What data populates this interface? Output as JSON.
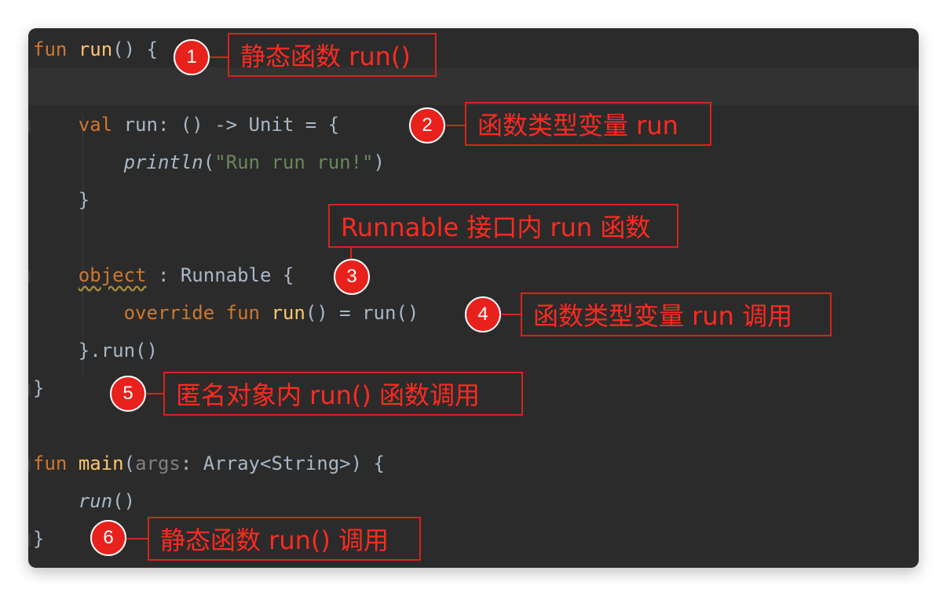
{
  "code": {
    "l1_kw": "fun",
    "l1_name": "run",
    "l1_rest": "() {",
    "l3_kw": "val",
    "l3_rest": " run: () -> Unit = {",
    "l4_fn": "println",
    "l4_open": "(",
    "l4_str": "\"Run run run!\"",
    "l4_close": ")",
    "l5": "}",
    "l7_kw": "object",
    "l7_rest": " : Runnable {",
    "l8_kw1": "override",
    "l8_kw2": "fun",
    "l8_name": "run",
    "l8_rest": "() = run()",
    "l9": "}.run()",
    "l10": "}",
    "l12_kw": "fun",
    "l12_name": "main",
    "l12_paren": "(",
    "l12_param": "args",
    "l12_rest": ": Array<String>) {",
    "l13_call": "run",
    "l13_rest": "()",
    "l14": "}"
  },
  "annotations": [
    {
      "num": "1",
      "text": "静态函数 run()"
    },
    {
      "num": "2",
      "text": "函数类型变量 run"
    },
    {
      "num": "3",
      "text": "Runnable 接口内 run 函数"
    },
    {
      "num": "4",
      "text": "函数类型变量 run 调用"
    },
    {
      "num": "5",
      "text": "匿名对象内 run() 函数调用"
    },
    {
      "num": "6",
      "text": "静态函数 run() 调用"
    }
  ],
  "colors": {
    "editor_bg": "#2b2b2b",
    "keyword": "#cc7832",
    "function": "#ffc66d",
    "string": "#6a8759",
    "default_text": "#a9b7c6",
    "annotation_red": "#e8211c"
  }
}
